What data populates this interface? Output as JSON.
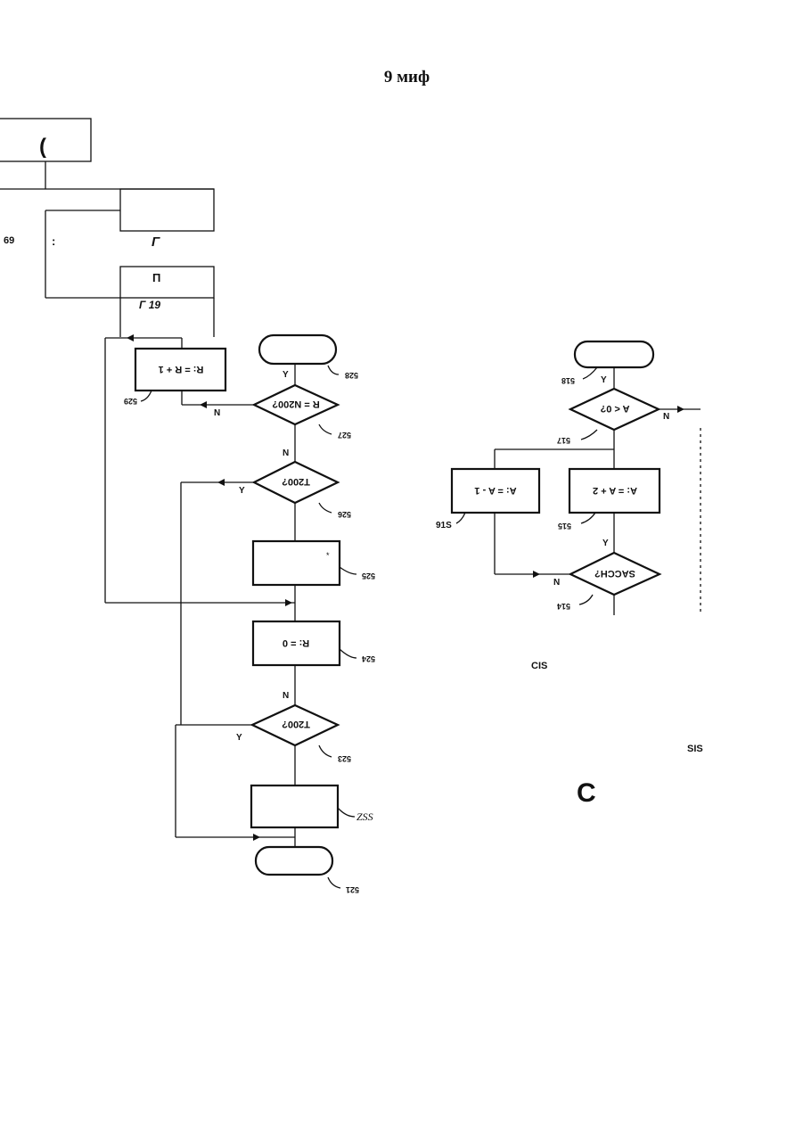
{
  "page": {
    "title": "9 миф"
  },
  "top_fragment": {
    "top_box_glyph": "(",
    "label_69": "69",
    "colon": ":",
    "mark_1": "Г",
    "box_p": "П",
    "mark_19": "Г 19"
  },
  "left_flowchart": {
    "ref_521": "521",
    "ref_522": "ZSS",
    "ref_523": "523",
    "ref_524": "524",
    "ref_525": "525",
    "ref_526": "526",
    "ref_527": "527",
    "ref_528": "528",
    "ref_529": "529",
    "box_524_text": "R: = 0",
    "box_529_text": "R: = R + 1",
    "dec_523_text": "T200?",
    "dec_526_text": "T200?",
    "dec_527_text": "R = N200?",
    "box_525_mark": "*",
    "label_y1": "Y",
    "label_y2": "Y",
    "label_n1": "N",
    "label_n2": "N",
    "label_n3": "N",
    "label_y3": "Y"
  },
  "right_flowchart": {
    "ref_514": "514",
    "ref_515": "515",
    "ref_516": "91S",
    "ref_517": "517",
    "ref_518": "518",
    "box_515_text": "A: = A + 2",
    "box_516_text": "A: = A - 1",
    "dec_514_text": "SACCH?",
    "dec_517_text": "A < 0?",
    "label_n1": "N",
    "label_y1": "Y",
    "label_n2": "N",
    "label_y2": "Y",
    "cis": "CIS",
    "sis": "SIS",
    "c_mark": "C"
  }
}
